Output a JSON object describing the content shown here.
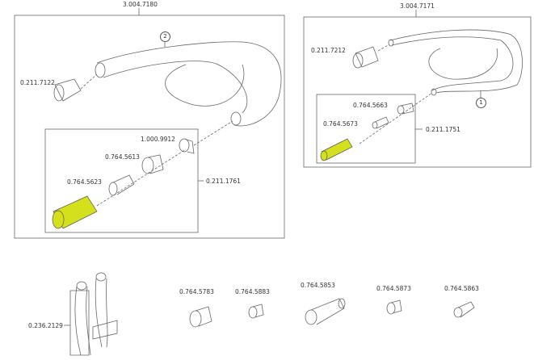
{
  "assemblies": [
    {
      "part_number": "3.004.7180",
      "callout": "2",
      "parts": [
        "0.211.7122",
        "1.000.9912",
        "0.764.5613",
        "0.764.5623"
      ],
      "subassembly": "0.211.1761"
    },
    {
      "part_number": "3.004.7171",
      "callout": "1",
      "parts": [
        "0.211.7212",
        "0.764.5663",
        "0.764.5673"
      ],
      "subassembly": "0.211.1751"
    }
  ],
  "loose_parts": [
    "0.236.2129",
    "0.764.5783",
    "0.764.5883",
    "0.764.5853",
    "0.764.5873",
    "0.764.5863"
  ],
  "colors": {
    "highlight": "#d4e01c",
    "line": "#555555"
  }
}
